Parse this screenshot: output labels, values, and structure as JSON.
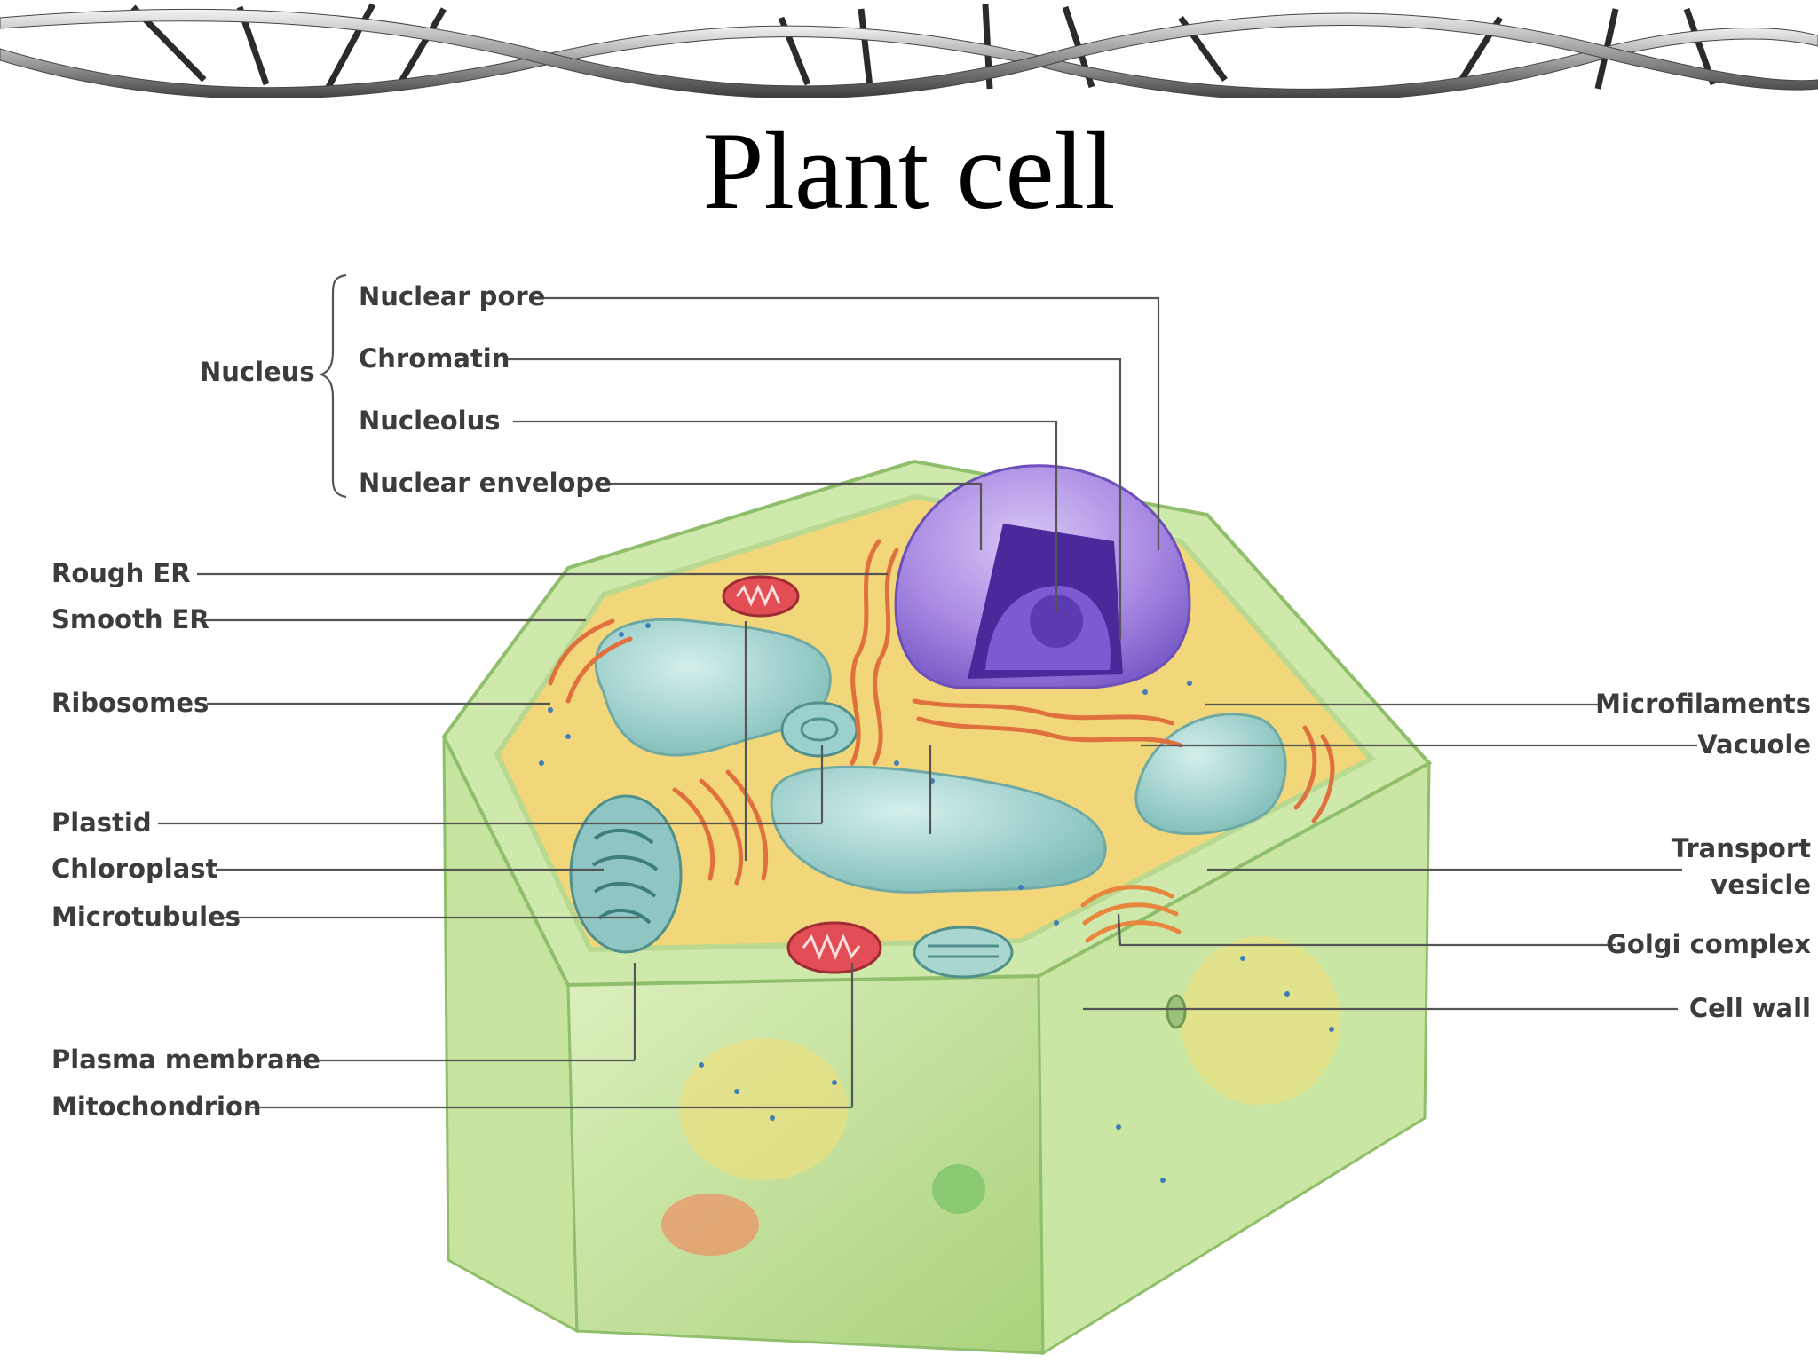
{
  "title": "Plant cell",
  "diagram": {
    "group_label": "Nucleus",
    "labels": {
      "nuclear_pore": "Nuclear pore",
      "chromatin": "Chromatin",
      "nucleolus": "Nucleolus",
      "nuclear_envelope": "Nuclear envelope",
      "rough_er": "Rough ER",
      "smooth_er": "Smooth ER",
      "ribosomes": "Ribosomes",
      "plastid": "Plastid",
      "chloroplast": "Chloroplast",
      "microtubules": "Microtubules",
      "plasma_membrane": "Plasma membrane",
      "mitochondrion": "Mitochondrion",
      "microfilaments": "Microfilaments",
      "vacuole": "Vacuole",
      "transport_vesicle_1": "Transport",
      "transport_vesicle_2": "vesicle",
      "golgi_complex": "Golgi complex",
      "cell_wall": "Cell wall"
    },
    "colors": {
      "cell_wall": "#b9dc8e",
      "cytoplasm": "#f2d77a",
      "vacuole": "#9fd0cc",
      "nucleus": "#a98be3",
      "rough_er": "#e0703d",
      "mitochondrion": "#e34d55",
      "leader_line": "#555555"
    }
  }
}
